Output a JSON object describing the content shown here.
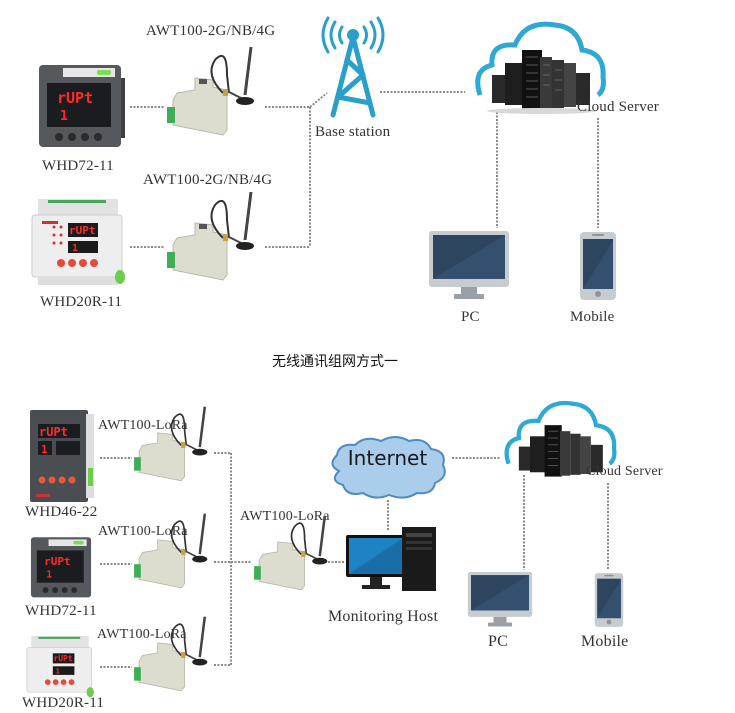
{
  "colors": {
    "tower": "#2a9fc9",
    "cloud_outline": "#2ea9d6",
    "internet_fill": "#a9cdeb",
    "internet_stroke": "#4f8ac0",
    "screen": "#2e4560",
    "device_frame": "#c9cdd1",
    "meter_dark": "#4a4d52",
    "led_red": "#ff2a2a",
    "dashed_line": "#8a8a8a"
  },
  "diagram1": {
    "title": "无线通讯组网方式一",
    "meters": [
      {
        "label": "WHD72-11",
        "display_top": "rUPt",
        "display_bottom": "1"
      },
      {
        "label": "WHD20R-11",
        "display_top": "rUPt",
        "display_bottom": "1"
      }
    ],
    "gateways": [
      {
        "label": "AWT100-2G/NB/4G"
      },
      {
        "label": "AWT100-2G/NB/4G"
      }
    ],
    "base_station": {
      "label": "Base station",
      "icon": "cell-tower-icon"
    },
    "cloud": {
      "label": "Cloud Server",
      "icon": "cloud-server-icon"
    },
    "clients": [
      {
        "label": "PC",
        "icon": "monitor-icon"
      },
      {
        "label": "Mobile",
        "icon": "smartphone-icon"
      }
    ]
  },
  "diagram2": {
    "meters": [
      {
        "label": "WHD46-22",
        "display_top": "rUPt",
        "display_bottom": "1"
      },
      {
        "label": "WHD72-11",
        "display_top": "rUPt",
        "display_bottom": "1"
      },
      {
        "label": "WHD20R-11",
        "display_top": "rUPt",
        "display_bottom": "1"
      }
    ],
    "lora_nodes": [
      {
        "label": "AWT100-LoRa"
      },
      {
        "label": "AWT100-LoRa"
      },
      {
        "label": "AWT100-LoRa"
      }
    ],
    "lora_concentrator": {
      "label": "AWT100-LoRa"
    },
    "internet": {
      "label": "Internet",
      "icon": "internet-cloud-icon"
    },
    "host": {
      "label": "Monitoring Host",
      "icon": "desktop-computer-icon"
    },
    "cloud": {
      "label": "Cloud Server",
      "icon": "cloud-server-icon"
    },
    "clients": [
      {
        "label": "PC",
        "icon": "monitor-icon"
      },
      {
        "label": "Mobile",
        "icon": "smartphone-icon"
      }
    ]
  }
}
